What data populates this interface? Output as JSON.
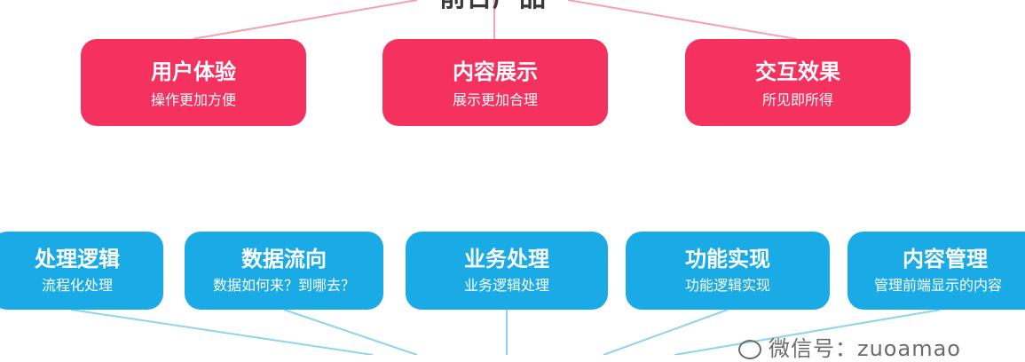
{
  "top_title": "前台产品",
  "red_boxes": [
    {
      "title": "用户体验",
      "sub": "操作更加方便"
    },
    {
      "title": "内容展示",
      "sub": "展示更加合理"
    },
    {
      "title": "交互效果",
      "sub": "所见即所得"
    }
  ],
  "blue_boxes": [
    {
      "title": "处理逻辑",
      "sub": "流程化处理"
    },
    {
      "title": "数据流向",
      "sub": "数据如何来？到哪去？"
    },
    {
      "title": "业务处理",
      "sub": "业务逻辑处理"
    },
    {
      "title": "功能实现",
      "sub": "功能逻辑实现"
    },
    {
      "title": "内容管理",
      "sub": "管理前端显示的内容"
    }
  ],
  "watermark": "微信号：zuoamao",
  "colors": {
    "red_box": "#f5315f",
    "blue_box": "#1aabe6",
    "red_line": "#f6a0b4",
    "blue_line": "#8fd3ee",
    "title_text": "#3a3a3a"
  }
}
